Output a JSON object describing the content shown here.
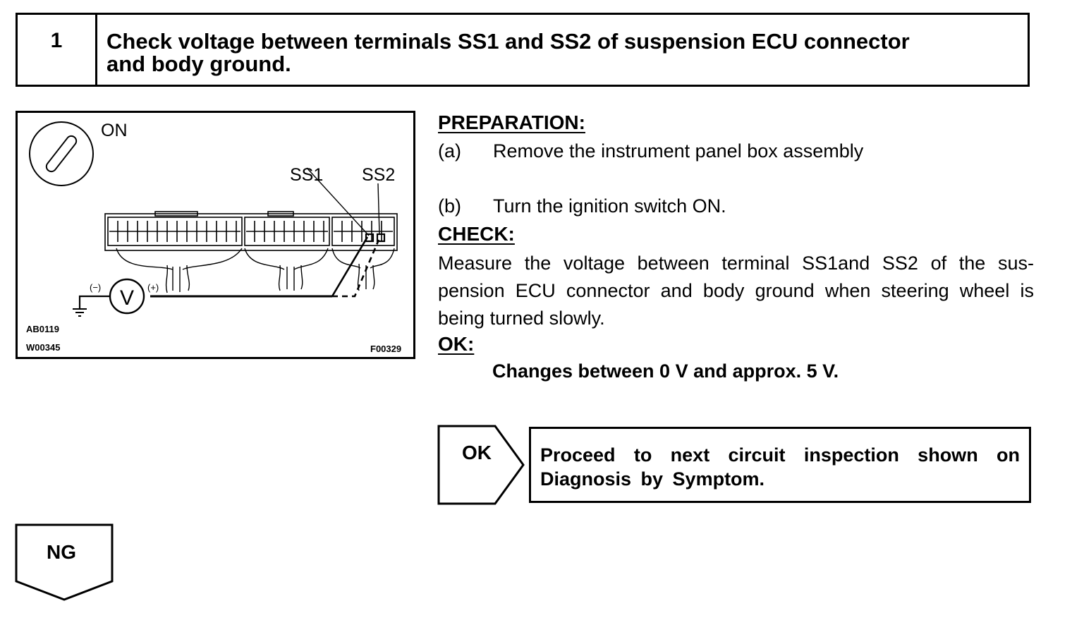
{
  "step": {
    "number": "1",
    "title_line1": "Check voltage between terminals SS1 and SS2 of suspension ECU connector",
    "title_line2": "and body ground."
  },
  "figure": {
    "switch_label": "ON",
    "ss1_label": "SS1",
    "ss2_label": "SS2",
    "neg_label": "(−)",
    "pos_label": "(+)",
    "meter_symbol": "V",
    "code1": "AB0119",
    "code2": "W00345",
    "code3": "F00329"
  },
  "preparation": {
    "heading": "PREPARATION:",
    "items": [
      {
        "letter": "(a)",
        "text": "Remove the instrument panel box assembly"
      },
      {
        "letter": "(b)",
        "text": "Turn the ignition switch ON."
      }
    ]
  },
  "check": {
    "heading": "CHECK:",
    "text": "Measure the voltage between terminal SS1and SS2 of the sus- pension ECU connector and body ground when steering wheel is being turned slowly."
  },
  "ok": {
    "heading": "OK:",
    "spec": "Changes between 0 V and approx. 5 V."
  },
  "ok_result": {
    "label": "OK",
    "text": "Proceed to next circuit inspection shown on Diagnosis by Symptom."
  },
  "ng_result": {
    "label": "NG"
  }
}
